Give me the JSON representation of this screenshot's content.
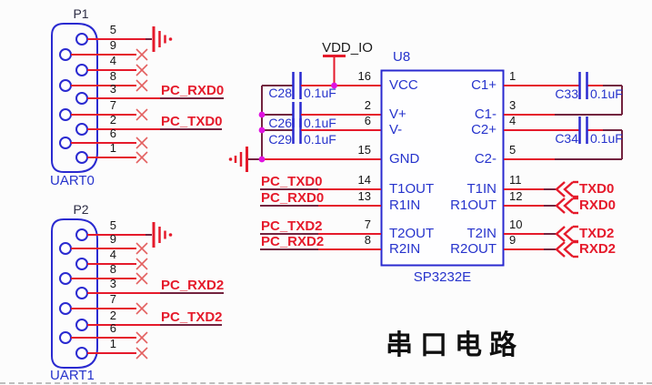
{
  "title": "串口电路",
  "power": {
    "net": "VDD_IO"
  },
  "colors": {
    "wire_red": "#e51a2b",
    "wire_dark": "#73233f",
    "symbol_blue": "#2a2ad0",
    "text_blue": "#2633cc",
    "junction_magenta": "#e012e0"
  },
  "connectors": {
    "p1": {
      "designator": "P1",
      "name": "UART0",
      "pins": [
        {
          "number": "5",
          "connection": "ground"
        },
        {
          "number": "9",
          "connection": "nc"
        },
        {
          "number": "4",
          "connection": "nc"
        },
        {
          "number": "8",
          "connection": "nc"
        },
        {
          "number": "3",
          "connection": "net",
          "net": "PC_RXD0"
        },
        {
          "number": "7",
          "connection": "nc"
        },
        {
          "number": "2",
          "connection": "net",
          "net": "PC_TXD0"
        },
        {
          "number": "6",
          "connection": "nc"
        },
        {
          "number": "1",
          "connection": "nc"
        }
      ]
    },
    "p2": {
      "designator": "P2",
      "name": "UART1",
      "pins": [
        {
          "number": "5",
          "connection": "ground"
        },
        {
          "number": "9",
          "connection": "nc"
        },
        {
          "number": "4",
          "connection": "nc"
        },
        {
          "number": "8",
          "connection": "nc"
        },
        {
          "number": "3",
          "connection": "net",
          "net": "PC_RXD2"
        },
        {
          "number": "7",
          "connection": "nc"
        },
        {
          "number": "2",
          "connection": "net",
          "net": "PC_TXD2"
        },
        {
          "number": "6",
          "connection": "nc"
        },
        {
          "number": "1",
          "connection": "nc"
        }
      ]
    }
  },
  "ic": {
    "designator": "U8",
    "part": "SP3232E",
    "left_pins": [
      {
        "number": "16",
        "name": "VCC"
      },
      {
        "number": "2",
        "name": "V+"
      },
      {
        "number": "6",
        "name": "V-"
      },
      {
        "number": "15",
        "name": "GND"
      },
      {
        "number": "14",
        "name": "T1OUT",
        "net": "PC_TXD0"
      },
      {
        "number": "13",
        "name": "R1IN",
        "net": "PC_RXD0"
      },
      {
        "number": "7",
        "name": "T2OUT",
        "net": "PC_TXD2"
      },
      {
        "number": "8",
        "name": "R2IN",
        "net": "PC_RXD2"
      }
    ],
    "right_pins": [
      {
        "number": "1",
        "name": "C1+"
      },
      {
        "number": "3",
        "name": "C1-"
      },
      {
        "number": "4",
        "name": "C2+"
      },
      {
        "number": "5",
        "name": "C2-"
      },
      {
        "number": "11",
        "name": "T1IN",
        "port": "TXD0"
      },
      {
        "number": "12",
        "name": "R1OUT",
        "port": "RXD0"
      },
      {
        "number": "10",
        "name": "T2IN",
        "port": "TXD2"
      },
      {
        "number": "9",
        "name": "R2OUT",
        "port": "RXD2"
      }
    ]
  },
  "capacitors": [
    {
      "designator": "C28",
      "value": "0.1uF"
    },
    {
      "designator": "C26",
      "value": "0.1uF"
    },
    {
      "designator": "C29",
      "value": "0.1uF"
    },
    {
      "designator": "C33",
      "value": "0.1uF"
    },
    {
      "designator": "C34",
      "value": "0.1uF"
    }
  ]
}
